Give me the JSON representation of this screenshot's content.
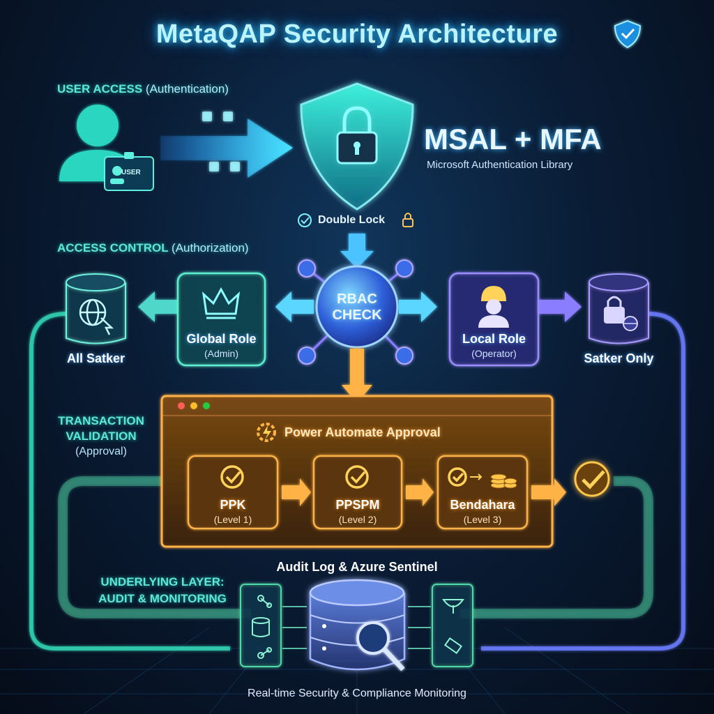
{
  "title": "MetaQAP Security Architecture",
  "sections": {
    "user_access": {
      "label": "USER ACCESS",
      "sub": "(Authentication)"
    },
    "access_control": {
      "label": "ACCESS CONTROL",
      "sub": "(Authorization)"
    },
    "transaction_line1": "TRANSACTION",
    "transaction_line2": "VALIDATION",
    "transaction_sub": "(Approval)",
    "underlying_line1": "UNDERLYING LAYER:",
    "underlying_line2": "AUDIT & MONITORING"
  },
  "auth": {
    "badge_text": "USER",
    "mechanism": "MSAL + MFA",
    "library": "Microsoft Authentication Library",
    "double_lock": "Double Lock"
  },
  "rbac": {
    "line1": "RBAC",
    "line2": "CHECK"
  },
  "roles": {
    "global": {
      "label": "Global Role",
      "sub": "(Admin)"
    },
    "local": {
      "label": "Local Role",
      "sub": "(Operator)"
    },
    "all_satker": "All Satker",
    "satker_only": "Satker Only"
  },
  "approval": {
    "title": "Power Automate Approval",
    "steps": [
      {
        "name": "PPK",
        "level": "(Level 1)"
      },
      {
        "name": "PPSPM",
        "level": "(Level 2)"
      },
      {
        "name": "Bendahara",
        "level": "(Level 3)"
      }
    ]
  },
  "audit": {
    "title": "Audit Log & Azure Sentinel",
    "footer": "Real-time Security & Compliance Monitoring"
  },
  "colors": {
    "accent_cyan": "#2ec7ff",
    "accent_teal": "#3fe0c5",
    "accent_orange": "#ffa53a",
    "accent_purple": "#8a7dff"
  },
  "icons": [
    "user-icon",
    "id-badge-icon",
    "shield-lock-icon",
    "check-circle-icon",
    "padlock-icon",
    "globe-cursor-icon",
    "crown-icon",
    "worker-icon",
    "lock-globe-icon",
    "gear-bolt-icon",
    "checkmark-icon",
    "coins-icon",
    "database-icon",
    "magnifier-icon",
    "network-icon",
    "satellite-icon"
  ]
}
